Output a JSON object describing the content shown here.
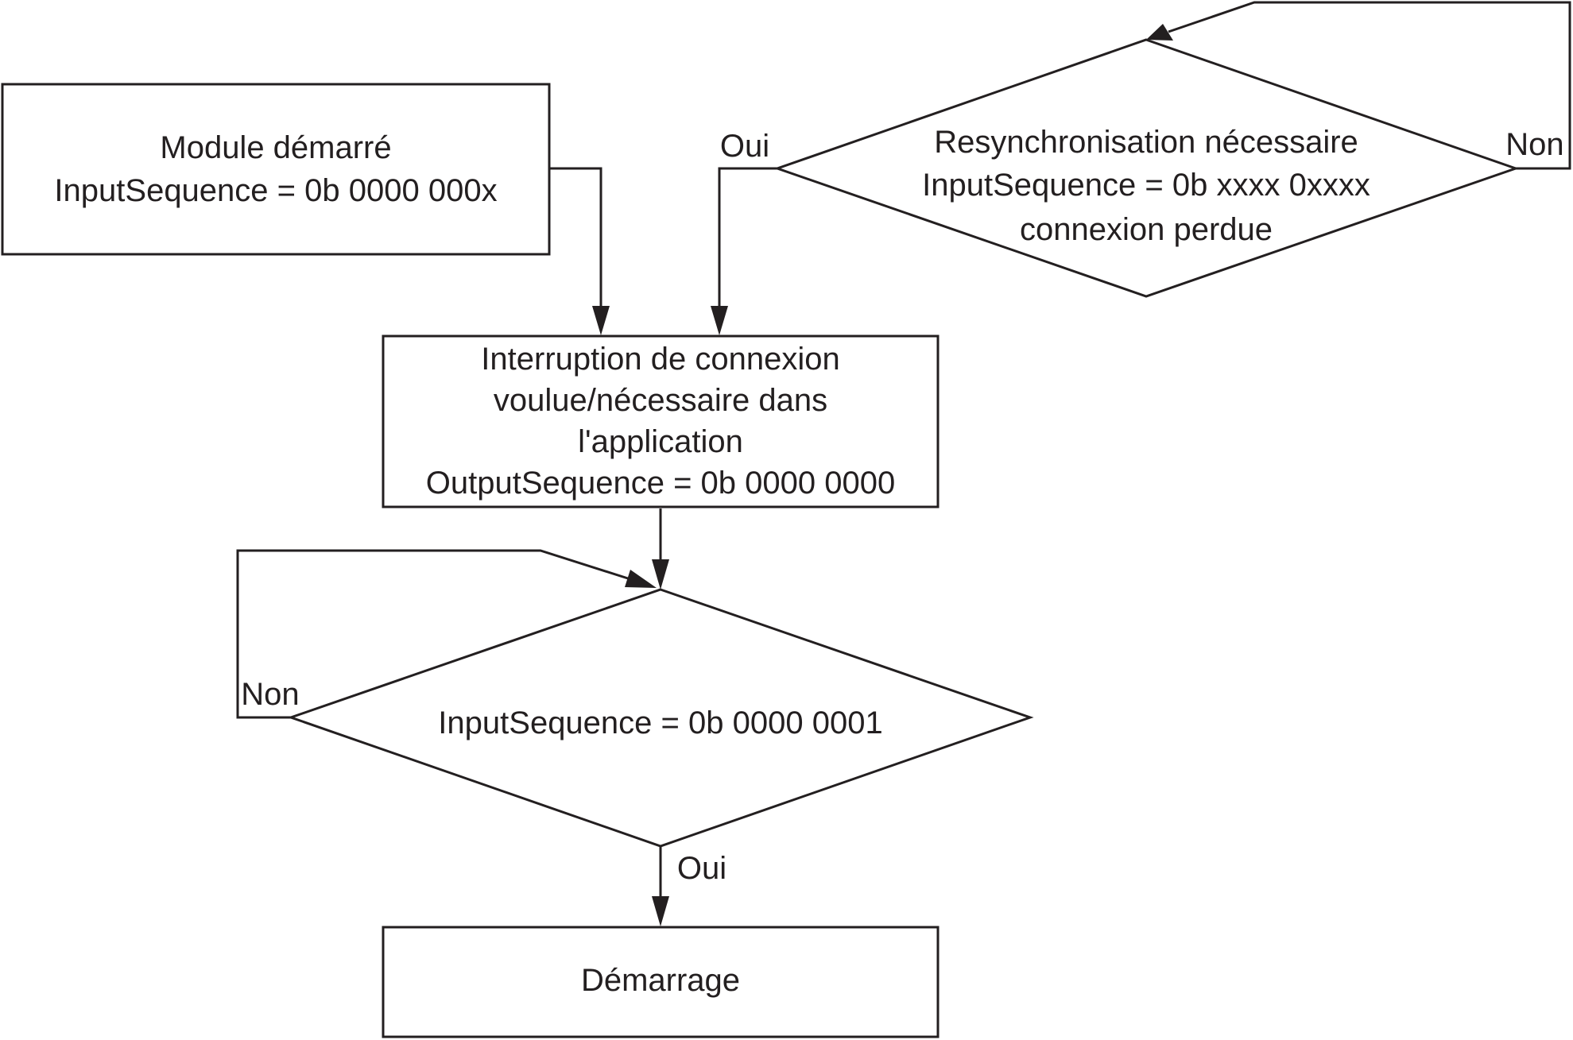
{
  "diagram": {
    "start_box": {
      "lines": [
        "Module démarré",
        "InputSequence = 0b 0000 000x"
      ]
    },
    "resync_decision": {
      "lines": [
        "Resynchronisation nécessaire",
        "InputSequence = 0b xxxx 0xxxx",
        "connexion perdue"
      ],
      "yes_label": "Oui",
      "no_label": "Non"
    },
    "interrupt_box": {
      "lines": [
        "Interruption de connexion",
        "voulue/nécessaire dans",
        "l'application",
        "OutputSequence = 0b 0000 0000"
      ]
    },
    "input_decision": {
      "lines": [
        "InputSequence = 0b 0000 0001"
      ],
      "yes_label": "Oui",
      "no_label": "Non"
    },
    "end_box": {
      "lines": [
        "Démarrage"
      ]
    }
  },
  "colors": {
    "stroke": "#231f20",
    "background": "#ffffff"
  }
}
